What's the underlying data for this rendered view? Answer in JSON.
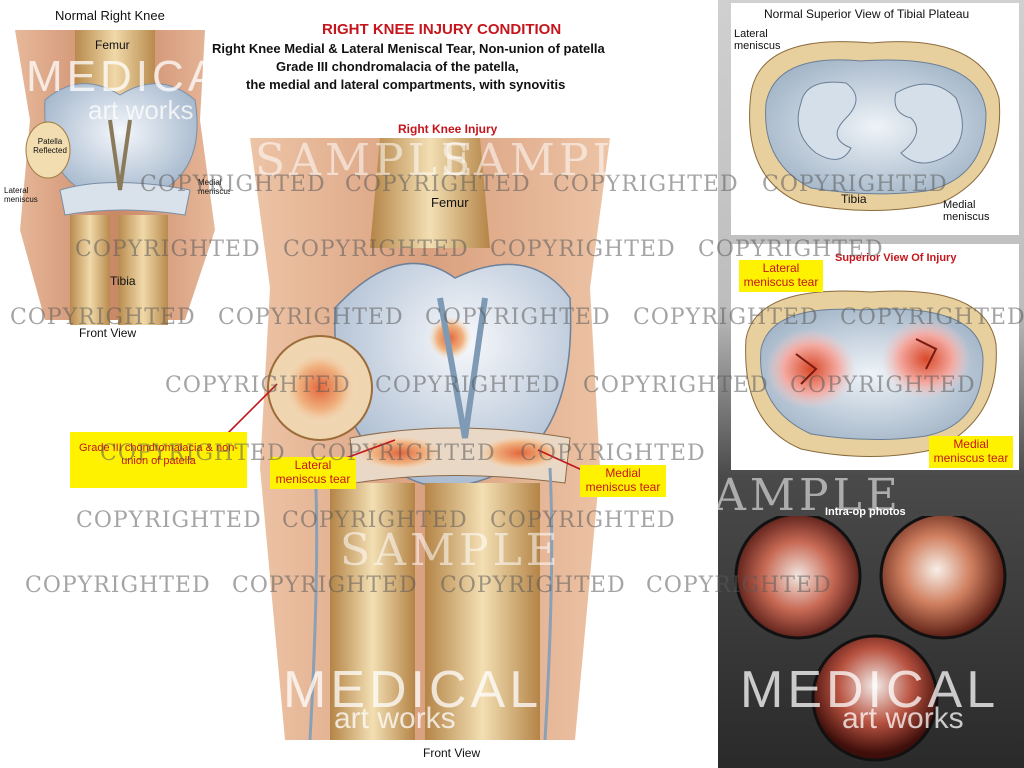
{
  "header": {
    "title": "RIGHT KNEE INJURY CONDITION",
    "line1": "Right Knee Medial & Lateral Meniscal Tear, Non-union of patella",
    "line2": "Grade III chondromalacia of the patella,",
    "line3": "the medial and lateral compartments, with synovitis"
  },
  "normal_knee": {
    "title": "Normal Right Knee",
    "femur": "Femur",
    "patella": "Patella Reflected",
    "lateral_meniscus": "Lateral meniscus",
    "medial_meniscus": "Medial meniscus",
    "tibia": "Tibia",
    "caption": "Front View"
  },
  "injury_knee": {
    "title": "Right Knee Injury",
    "femur": "Femur",
    "patella_label": "Grade III chondromalacia & non-union of patella",
    "lateral_tear": "Lateral meniscus tear",
    "medial_tear": "Medial meniscus tear",
    "caption": "Front View"
  },
  "normal_plateau": {
    "title": "Normal Superior View of Tibial Plateau",
    "lateral_meniscus": "Lateral meniscus",
    "tibia": "Tibia",
    "medial_meniscus": "Medial meniscus"
  },
  "injury_plateau": {
    "title": "Superior View Of Injury",
    "lateral_tear": "Lateral meniscus tear",
    "medial_tear": "Medial meniscus tear"
  },
  "photos": {
    "title": "Intra-op photos"
  },
  "watermarks": {
    "copyright": "COPYRIGHTED",
    "sample": "SAMPLE",
    "brand_top": "MEDICAL",
    "brand_bottom": "art works"
  },
  "colors": {
    "accent_red": "#c4161c",
    "highlight_yellow": "#fff200",
    "bone": "#e6c48a",
    "skin": "#e6b08f",
    "cartilage": "#cfd8e6",
    "dark_panel": "#3a3a3a"
  }
}
